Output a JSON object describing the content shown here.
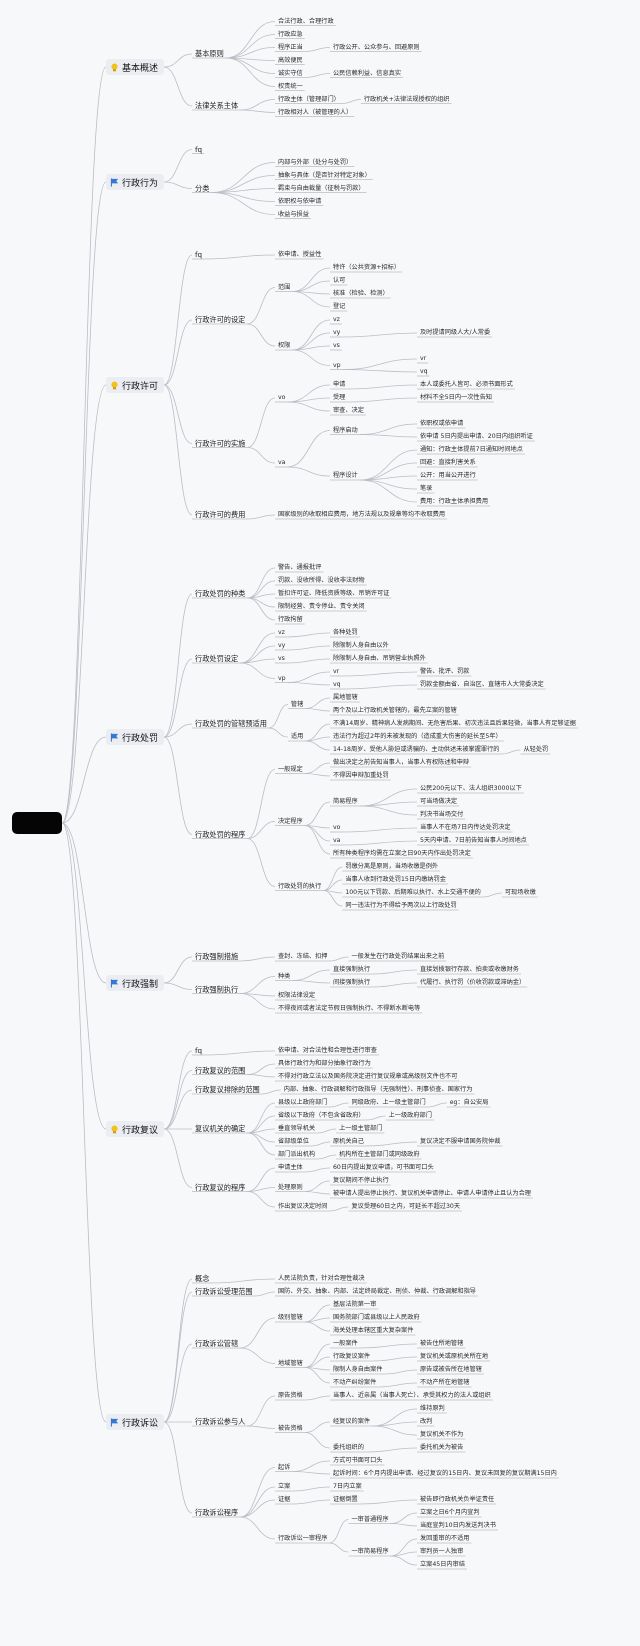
{
  "colors": {
    "link": "#b9bdc6",
    "root": "#050505",
    "topic_bg": "#ebedf3",
    "idea_icon": "#f1c21b",
    "flag_icon": "#2f7ad8"
  },
  "root": {
    "label": ""
  },
  "branches": [
    {
      "label": "基本概述",
      "icon": "idea-icon",
      "children": [
        {
          "label": "基本原则",
          "children": [
            {
              "label": "合法行政、合理行政"
            },
            {
              "label": "行政应急"
            },
            {
              "label": "程序正当",
              "children": [
                {
                  "label": "行政公开、公众参与、回避原则"
                }
              ]
            },
            {
              "label": "高效便民"
            },
            {
              "label": "诚实守信",
              "children": [
                {
                  "label": "公民信赖利益、信息真实"
                }
              ]
            },
            {
              "label": "权责统一"
            }
          ]
        },
        {
          "label": "法律关系主体",
          "children": [
            {
              "label": "行政主体（管理部门）",
              "children": [
                {
                  "label": "行政机关+法律法规授权的组织"
                }
              ]
            },
            {
              "label": "行政相对人（被管理的人）"
            }
          ]
        }
      ]
    },
    {
      "label": "行政行为",
      "icon": "flag-icon",
      "children": [
        {
          "label": "fq"
        },
        {
          "label": "分类",
          "children": [
            {
              "label": "内部与外部（处分与处罚）"
            },
            {
              "label": "抽象与具体（是否针对特定对象）"
            },
            {
              "label": "羁束与自由裁量（征税与罚款）"
            },
            {
              "label": "依职权与依申请"
            },
            {
              "label": "收益与损益"
            }
          ]
        }
      ]
    },
    {
      "label": "行政许可",
      "icon": "idea-icon",
      "children": [
        {
          "label": "fq",
          "children": [
            {
              "label": "依申请、授益性"
            }
          ]
        },
        {
          "label": "行政许可的设定",
          "children": [
            {
              "label": "范围",
              "children": [
                {
                  "label": "特许（公共资源+招标）"
                },
                {
                  "label": "认可"
                },
                {
                  "label": "核准（检验、检测）"
                },
                {
                  "label": "登记"
                }
              ]
            },
            {
              "label": "权限",
              "children": [
                {
                  "label": "vz"
                },
                {
                  "label": "vy",
                  "children": [
                    {
                      "label": "及时提请同级人大/人常委"
                    }
                  ]
                },
                {
                  "label": "vs"
                },
                {
                  "label": "vp",
                  "children": [
                    {
                      "label": "vr"
                    },
                    {
                      "label": "vq"
                    }
                  ]
                }
              ]
            }
          ]
        },
        {
          "label": "行政许可的实施",
          "children": [
            {
              "label": "vo",
              "children": [
                {
                  "label": "申请",
                  "children": [
                    {
                      "label": "本人或委托人皆可、必须书面形式"
                    }
                  ]
                },
                {
                  "label": "受理",
                  "children": [
                    {
                      "label": "材料不全5日内一次性告知"
                    }
                  ]
                },
                {
                  "label": "审查、决定"
                }
              ]
            },
            {
              "label": "va",
              "children": [
                {
                  "label": "程序启动",
                  "children": [
                    {
                      "label": "依职权或依申请"
                    },
                    {
                      "label": "依申请 5日内提出申请、20日内组织听证"
                    }
                  ]
                },
                {
                  "label": "程序设计",
                  "children": [
                    {
                      "label": "通知：行政主体提前7日通知时间地点"
                    },
                    {
                      "label": "回避：直接利害关系"
                    },
                    {
                      "label": "公开：用当公开进行"
                    },
                    {
                      "label": "笔录"
                    },
                    {
                      "label": "费用：行政主体承担费用"
                    }
                  ]
                }
              ]
            }
          ]
        },
        {
          "label": "行政许可的费用",
          "children": [
            {
              "label": "国家级别的收取相应费用，地方法规以及规章等均不收取费用"
            }
          ]
        }
      ]
    },
    {
      "label": "行政处罚",
      "icon": "flag-icon",
      "children": [
        {
          "label": "行政处罚的种类",
          "children": [
            {
              "label": "警告、通报批评"
            },
            {
              "label": "罚款、没收所得、没收非法财物"
            },
            {
              "label": "暂扣许可证、降低资质等级、吊销许可证"
            },
            {
              "label": "限制经营、责令停业、责令关闭"
            },
            {
              "label": "行政拘留"
            }
          ]
        },
        {
          "label": "行政处罚设定",
          "children": [
            {
              "label": "vz",
              "children": [
                {
                  "label": "各种处罚"
                }
              ]
            },
            {
              "label": "vy",
              "children": [
                {
                  "label": "除限制人身自由以外"
                }
              ]
            },
            {
              "label": "vs",
              "children": [
                {
                  "label": "除限制人身自由、吊销营业执照外"
                }
              ]
            },
            {
              "label": "vp",
              "children": [
                {
                  "label": "vr",
                  "children": [
                    {
                      "label": "警告、批评、罚款"
                    }
                  ]
                },
                {
                  "label": "vq",
                  "children": [
                    {
                      "label": "罚款金额由省、自治区、直辖市人大常委决定"
                    }
                  ]
                }
              ]
            }
          ]
        },
        {
          "label": "行政处罚的管辖预适用",
          "children": [
            {
              "label": "管辖",
              "children": [
                {
                  "label": "属地管辖"
                },
                {
                  "label": "两个及以上行政机关管辖的，最先立案的管辖"
                }
              ]
            },
            {
              "label": "适用",
              "children": [
                {
                  "label": "不满14周岁、精神病人发病期间、无危害后果、初次违法且后果轻微，当事人有足够证据"
                },
                {
                  "label": "违法行为超过2年的未被发现的（造成重大伤害的延长至5年）"
                },
                {
                  "label": "14-18周岁、受他人胁迫或诱骗的、主动供述未被掌握罪行的",
                  "children": [
                    {
                      "label": "从轻处罚"
                    }
                  ]
                }
              ]
            }
          ]
        },
        {
          "label": "行政处罚的程序",
          "children": [
            {
              "label": "一般规定",
              "children": [
                {
                  "label": "做出决定之前告知当事人，当事人有权陈述和申辩"
                },
                {
                  "label": "不得因申辩加重处罚"
                }
              ]
            },
            {
              "label": "决定程序",
              "children": [
                {
                  "label": "简易程序",
                  "children": [
                    {
                      "label": "公民200元以下、法人组织3000以下"
                    },
                    {
                      "label": "可当场做决定"
                    },
                    {
                      "label": "判决书当场交付"
                    }
                  ]
                },
                {
                  "label": "vo",
                  "children": [
                    {
                      "label": "当事人不在场7日内传达处罚决定"
                    }
                  ]
                },
                {
                  "label": "va",
                  "children": [
                    {
                      "label": "5天内申请、7日前告知当事人时间地点"
                    }
                  ]
                },
                {
                  "label": "所有种类程序均需在立案之日90天内作出处罚决定"
                }
              ]
            },
            {
              "label": "行政处罚的执行",
              "children": [
                {
                  "label": "罚缴分离是原则，当场收缴是例外"
                },
                {
                  "label": "当事人收到行政处罚15日内缴纳罚金"
                },
                {
                  "label": "100元以下罚款、后期难以执行、水上交通不便的",
                  "children": [
                    {
                      "label": "可现场收缴"
                    }
                  ]
                },
                {
                  "label": "同一违法行为不得给予两次以上行政处罚"
                }
              ]
            }
          ]
        }
      ]
    },
    {
      "label": "行政强制",
      "icon": "flag-icon",
      "children": [
        {
          "label": "行政强制措施",
          "children": [
            {
              "label": "查封、冻结、扣押",
              "children": [
                {
                  "label": "一般发生在行政处罚结果出来之前"
                }
              ]
            }
          ]
        },
        {
          "label": "行政强制执行",
          "children": [
            {
              "label": "种类",
              "children": [
                {
                  "label": "直接强制执行",
                  "children": [
                    {
                      "label": "直接划拨银行存款、拍卖或收缴财务"
                    }
                  ]
                },
                {
                  "label": "间接强制执行",
                  "children": [
                    {
                      "label": "代履行、执行罚（价收罚款或滞纳金）"
                    }
                  ]
                }
              ]
            },
            {
              "label": "权限法律设定"
            },
            {
              "label": "不得夜间或者法定节假日强制执行、不得断水断电等"
            }
          ]
        }
      ]
    },
    {
      "label": "行政复议",
      "icon": "idea-icon",
      "children": [
        {
          "label": "fq",
          "children": [
            {
              "label": "依申请、对合法性和合理性进行审查"
            }
          ]
        },
        {
          "label": "行政复议的范围",
          "children": [
            {
              "label": "具体行政行为和部分抽象行政行为"
            },
            {
              "label": "不得对行政立法以及国务院决定进行复议规章或高级别文件也不可"
            }
          ]
        },
        {
          "label": "行政复议排除的范围",
          "children": [
            {
              "label": "内部、抽象、行政调解和行政指导（无强制性）、刑事侦查、国家行为"
            }
          ]
        },
        {
          "label": "复议机关的确定",
          "children": [
            {
              "label": "县级以上政府部门",
              "children": [
                {
                  "label": "同级政府、上一级主管部门",
                  "children": [
                    {
                      "label": "eg：自公安局"
                    }
                  ]
                }
              ]
            },
            {
              "label": "省级以下政府（不包含省政府）",
              "children": [
                {
                  "label": "上一级政府部门"
                }
              ]
            },
            {
              "label": "垂直领导机关",
              "children": [
                {
                  "label": "上一级主管部门"
                }
              ]
            },
            {
              "label": "省部级单位",
              "children": [
                {
                  "label": "原机关自己",
                  "children": [
                    {
                      "label": "复议决定不服申请国务院仲裁"
                    }
                  ]
                }
              ]
            },
            {
              "label": "部门派出机构",
              "children": [
                {
                  "label": "机构所在主管部门或同级政府"
                }
              ]
            }
          ]
        },
        {
          "label": "行政复议的程序",
          "children": [
            {
              "label": "申请主体",
              "children": [
                {
                  "label": "60日内提出复议申请，可书面可口头"
                }
              ]
            },
            {
              "label": "处理原则",
              "children": [
                {
                  "label": "复议期间不停止执行"
                },
                {
                  "label": "被申请人提出停止执行、复议机关申请停止、申请人申请停止且认为合理"
                }
              ]
            },
            {
              "label": "作出复议决定时间",
              "children": [
                {
                  "label": "复议受理60日之内，可延长不超过30天"
                }
              ]
            }
          ]
        }
      ]
    },
    {
      "label": "行政诉讼",
      "icon": "flag-icon",
      "children": [
        {
          "label": "概念",
          "children": [
            {
              "label": "人民法院负责，针对合理性裁决"
            }
          ]
        },
        {
          "label": "行政诉讼受理范围",
          "children": [
            {
              "label": "国防、外交、抽象、内部、法定终局裁定、刑侦、仲裁、行政调解和指导"
            }
          ]
        },
        {
          "label": "行政诉讼管辖",
          "children": [
            {
              "label": "级别管辖",
              "children": [
                {
                  "label": "基层法院第一审"
                },
                {
                  "label": "国务院部门或县级以上人民政府"
                },
                {
                  "label": "海关处理本辖区重大复杂案件"
                }
              ]
            },
            {
              "label": "地域管辖",
              "children": [
                {
                  "label": "一般案件",
                  "children": [
                    {
                      "label": "被告住所地管辖"
                    }
                  ]
                },
                {
                  "label": "行政复议案件",
                  "children": [
                    {
                      "label": "复议机关或原机关所在地"
                    }
                  ]
                },
                {
                  "label": "限制人身自由案件",
                  "children": [
                    {
                      "label": "原告或被告所在地管辖"
                    }
                  ]
                },
                {
                  "label": "不动产纠纷案件",
                  "children": [
                    {
                      "label": "不动产所在地管辖"
                    }
                  ]
                }
              ]
            }
          ]
        },
        {
          "label": "行政诉讼参与人",
          "children": [
            {
              "label": "原告资格",
              "children": [
                {
                  "label": "当事人、近亲属（当事人死亡）、承受其权力的法人或组织"
                }
              ]
            },
            {
              "label": "被告资格",
              "children": [
                {
                  "label": "经复议的案件",
                  "children": [
                    {
                      "label": "维持原判"
                    },
                    {
                      "label": "改判"
                    },
                    {
                      "label": "复议机关不作为"
                    }
                  ]
                },
                {
                  "label": "委托组织的",
                  "children": [
                    {
                      "label": "委托机关为被告"
                    }
                  ]
                }
              ]
            }
          ]
        },
        {
          "label": "行政诉讼程序",
          "children": [
            {
              "label": "起诉",
              "children": [
                {
                  "label": "方式可书面可口头"
                },
                {
                  "label": "起诉时间：6个月内提出申请、经过复议的15日内、复议未回复的复议期满15日内"
                }
              ]
            },
            {
              "label": "立案",
              "children": [
                {
                  "label": "7日内立案"
                }
              ]
            },
            {
              "label": "证据",
              "children": [
                {
                  "label": "证据倒置",
                  "children": [
                    {
                      "label": "被告即行政机关负举证责任"
                    }
                  ]
                }
              ]
            },
            {
              "label": "行政诉讼一审程序",
              "children": [
                {
                  "label": "一审普通程序",
                  "children": [
                    {
                      "label": "立案之日6个月内宣判"
                    },
                    {
                      "label": "当庭宣判10日内发送判决书"
                    }
                  ]
                },
                {
                  "label": "一审简易程序",
                  "children": [
                    {
                      "label": "发回重审的不适用"
                    },
                    {
                      "label": "审判员一人独审"
                    },
                    {
                      "label": "立案45日内审结"
                    }
                  ]
                }
              ]
            }
          ]
        }
      ]
    }
  ]
}
